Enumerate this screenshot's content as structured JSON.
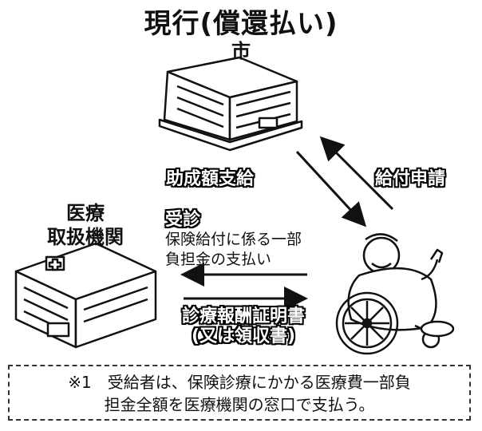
{
  "title": "現行(償還払い)",
  "city_label": "市",
  "flows": {
    "grant_label": "助成額支給",
    "apply_label": "給付申請",
    "visit_label": "受診",
    "payment_lines": [
      "保険給付に係る一部",
      "負担金の支払い"
    ],
    "docs_lines": [
      "診療報酬証明書",
      "(又は領収書)"
    ]
  },
  "hospital_lines": [
    "医療",
    "取扱機関"
  ],
  "note_lines": [
    "※1　受給者は、保険診療にかかる医療費一部負",
    "担金全額を医療機関の窓口で支払う。"
  ]
}
